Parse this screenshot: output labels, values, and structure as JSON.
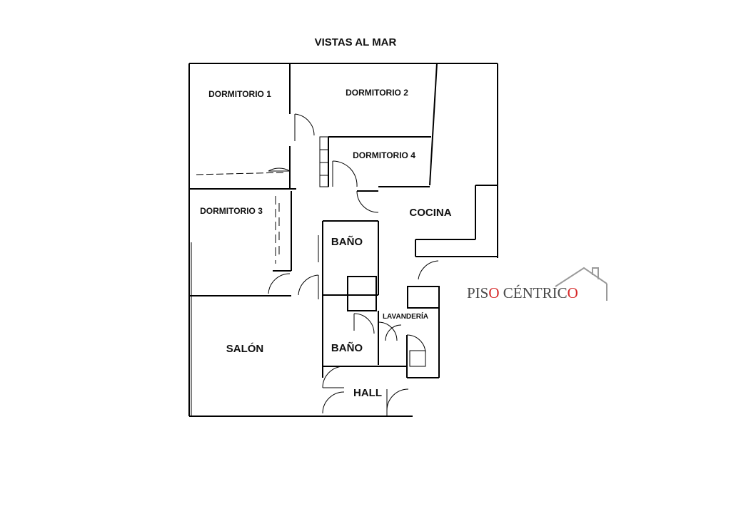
{
  "plan": {
    "title": "VISTAS AL MAR",
    "rooms": {
      "dormitorio1": "DORMITORIO 1",
      "dormitorio2": "DORMITORIO 2",
      "dormitorio3": "DORMITORIO 3",
      "dormitorio4": "DORMITORIO 4",
      "cocina": "COCINA",
      "bano1": "BAÑO",
      "bano2": "BAÑO",
      "lavanderia": "LAVANDERÍA",
      "salon": "SALÓN",
      "hall": "HALL"
    }
  },
  "logo": {
    "part1": "PIS",
    "o1": "O",
    "part2": " CÉNTRIC",
    "o2": "O",
    "accent": "#d62828",
    "gray": "#555555"
  }
}
